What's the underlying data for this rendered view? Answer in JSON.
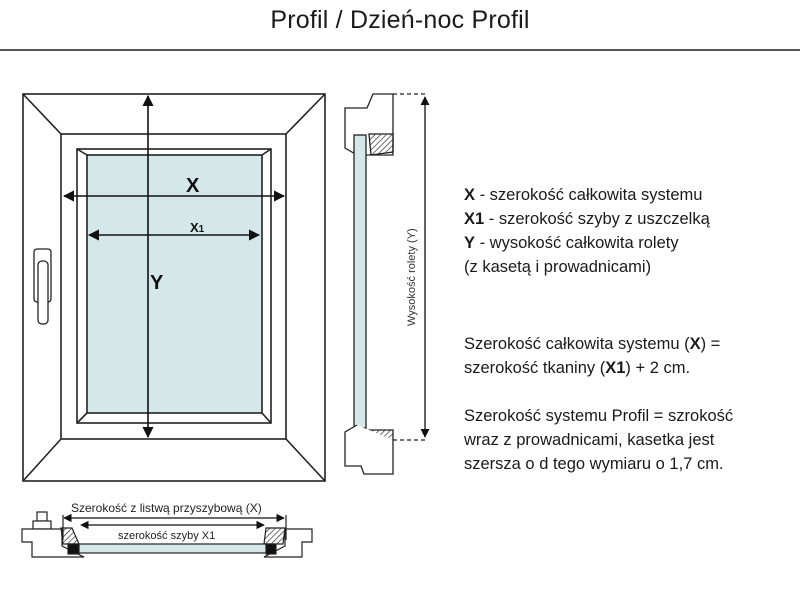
{
  "header": {
    "title": "Profil  /  Dzień-noc Profil"
  },
  "front_view": {
    "label_x": "X",
    "label_x1": "X1",
    "label_y": "Y",
    "glass_color": "#d4e8ea"
  },
  "side_view": {
    "height_label": "Wysokość rolety (Y)"
  },
  "bottom_view": {
    "outer_width_label": "Szerokość z listwą przyszybową (X)",
    "glass_width_label": "szerokość szyby X1"
  },
  "legend": [
    {
      "key": "X",
      "text": " - szerokość całkowita systemu"
    },
    {
      "key": "X1",
      "text": " - szerokość szyby z uszczelką"
    },
    {
      "key": "Y",
      "text": " - wysokość całkowita rolety"
    },
    {
      "key": "",
      "text": "(z kasetą i prowadnicami)"
    }
  ],
  "notes": {
    "formula_line1_pre": "Szerokość całkowita systemu (",
    "formula_line1_key": "X",
    "formula_line1_post": ") =",
    "formula_line2_pre": "szerokość tkaniny (",
    "formula_line2_key": "X1",
    "formula_line2_post": ") + 2 cm.",
    "profil_note": "Szerokość systemu Profil = szrokość wraz z prowadnicami, kasetka jest szersza o d tego wymiaru o 1,7 cm."
  }
}
